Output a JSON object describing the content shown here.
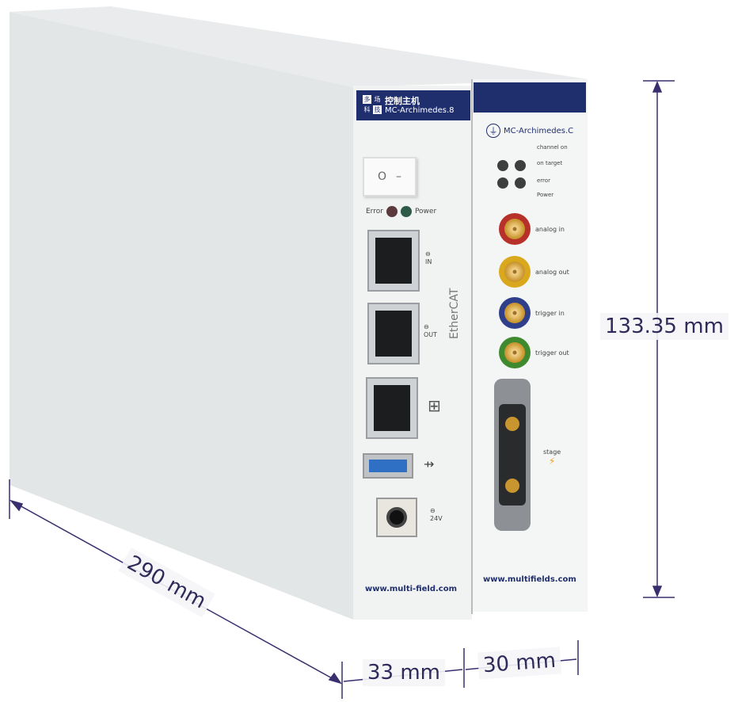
{
  "module_left": {
    "logo_chars": [
      "多",
      "场",
      "科",
      "技"
    ],
    "title_cn": "控制主机",
    "model": "MC-Archimedes.8",
    "switch_symbols": [
      "O",
      "–"
    ],
    "led_labels": [
      "Error",
      "Power"
    ],
    "ethercat_label": "EtherCAT",
    "port_in": "IN",
    "port_out": "OUT",
    "power_label": "24V",
    "url": "www.multi-field.com"
  },
  "module_right": {
    "model": "MC-Archimedes.C",
    "status_labels": [
      "channel on",
      "on target",
      "error",
      "Power"
    ],
    "connectors": [
      {
        "label": "analog in",
        "color": "#b8302a"
      },
      {
        "label": "analog out",
        "color": "#d9a81c"
      },
      {
        "label": "trigger in",
        "color": "#2f3f8a"
      },
      {
        "label": "trigger out",
        "color": "#3f8a2f"
      }
    ],
    "stage_label": "stage",
    "url": "www.multifields.com"
  },
  "dimensions": {
    "depth": "290 mm",
    "width_left": "33 mm",
    "width_right": "30 mm",
    "height": "133.35 mm"
  },
  "colors": {
    "accent": "#1f2f6e",
    "dimension": "#3a2f6e"
  }
}
